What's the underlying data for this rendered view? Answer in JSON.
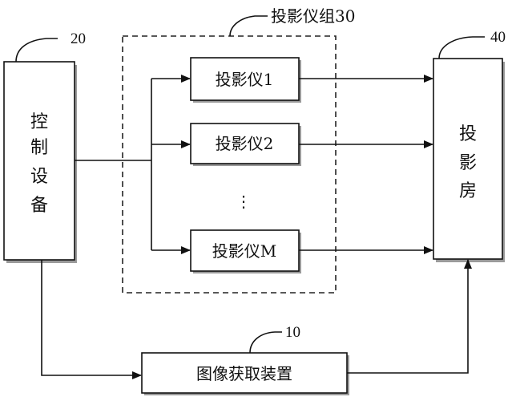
{
  "diagram": {
    "control_device": {
      "chars": [
        "控",
        "制",
        "设",
        "备"
      ],
      "ref": "20"
    },
    "projector_group": {
      "label": "投影仪组30"
    },
    "projectors": [
      {
        "label": "投影仪1"
      },
      {
        "label": "投影仪2"
      },
      {
        "label": "投影仪M"
      }
    ],
    "ellipsis": "⋮",
    "projection_room": {
      "chars": [
        "投",
        "影",
        "房"
      ],
      "ref": "40"
    },
    "image_capture": {
      "label": "图像获取装置",
      "ref": "10"
    }
  }
}
